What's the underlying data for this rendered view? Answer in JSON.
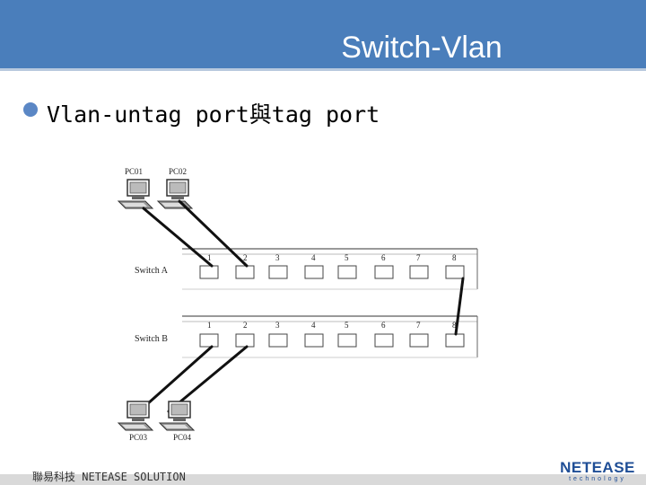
{
  "slide": {
    "title": "Switch-Vlan",
    "subtitle": "Vlan-untag port與tag port"
  },
  "diagram": {
    "pcs_top": [
      "PC01",
      "PC02"
    ],
    "pcs_bottom": [
      "PC03",
      "PC04"
    ],
    "switch_a": {
      "label": "Switch A",
      "ports": [
        "1",
        "2",
        "3",
        "4",
        "5",
        "6",
        "7",
        "8"
      ]
    },
    "switch_b": {
      "label": "Switch B",
      "ports": [
        "1",
        "2",
        "3",
        "4",
        "5",
        "6",
        "7",
        "8"
      ]
    }
  },
  "footer": {
    "company": "聯易科技  NETEASE SOLUTION",
    "logo_main": "NETEASE",
    "logo_sub": "technology"
  },
  "colors": {
    "header": "#4a7ebb",
    "bullet": "#5b87c5",
    "logo": "#1f4e96"
  }
}
